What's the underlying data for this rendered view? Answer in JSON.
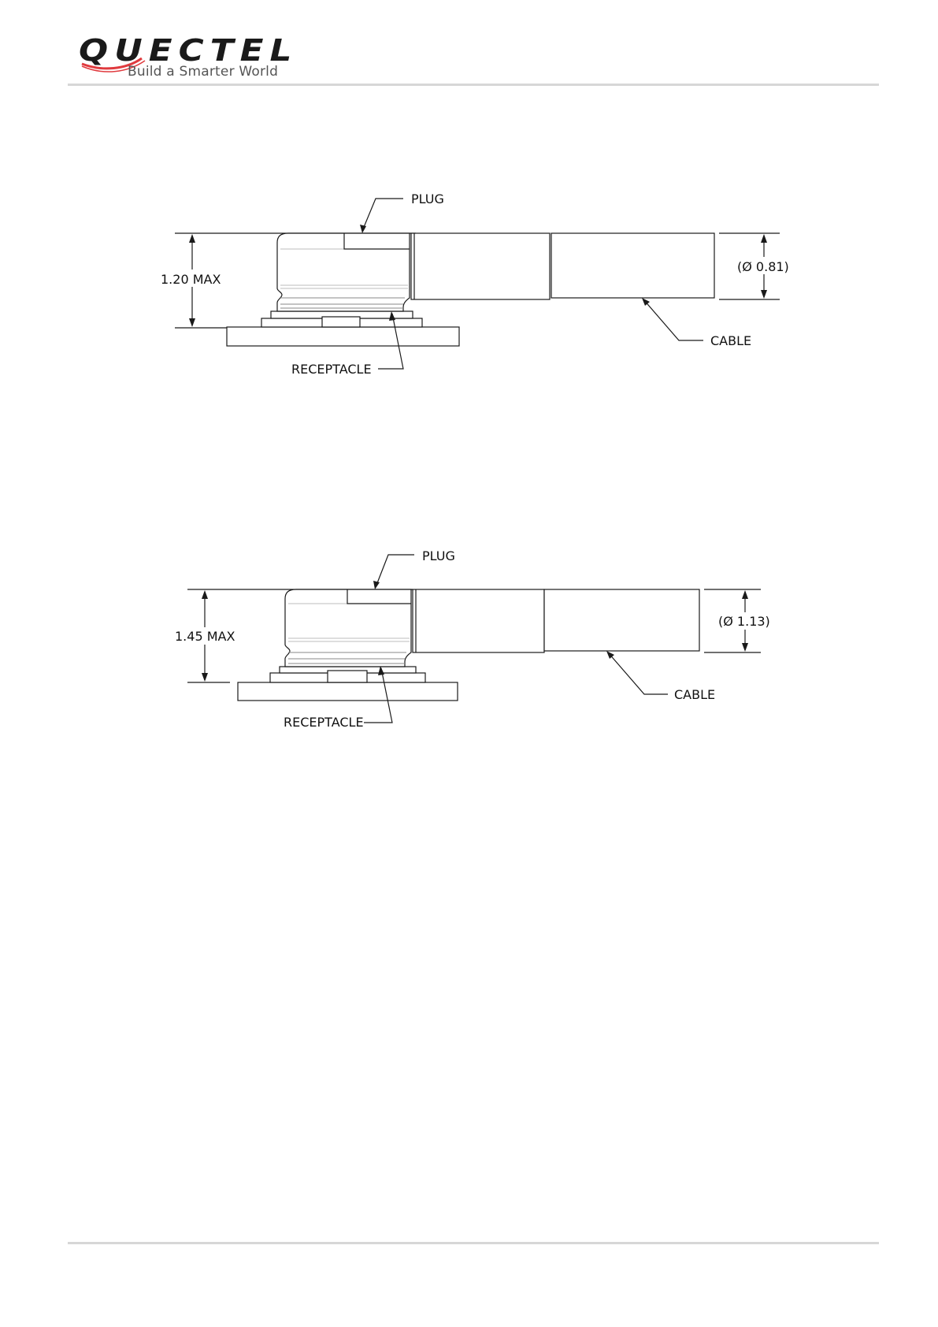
{
  "header": {
    "logo_wordmark": "QUECTEL",
    "logo_tagline": "Build a Smarter World",
    "brand_color": "#1a1a1a",
    "logo_accent_color": "#e03a3e"
  },
  "figures": [
    {
      "plug_label": "PLUG",
      "height_label": "1.20 MAX",
      "diameter_label": "(Ø 0.81)",
      "cable_label": "CABLE",
      "receptacle_label": "RECEPTACLE"
    },
    {
      "plug_label": "PLUG",
      "height_label": "1.45 MAX",
      "diameter_label": "(Ø 1.13)",
      "cable_label": "CABLE",
      "receptacle_label": "RECEPTACLE"
    }
  ]
}
